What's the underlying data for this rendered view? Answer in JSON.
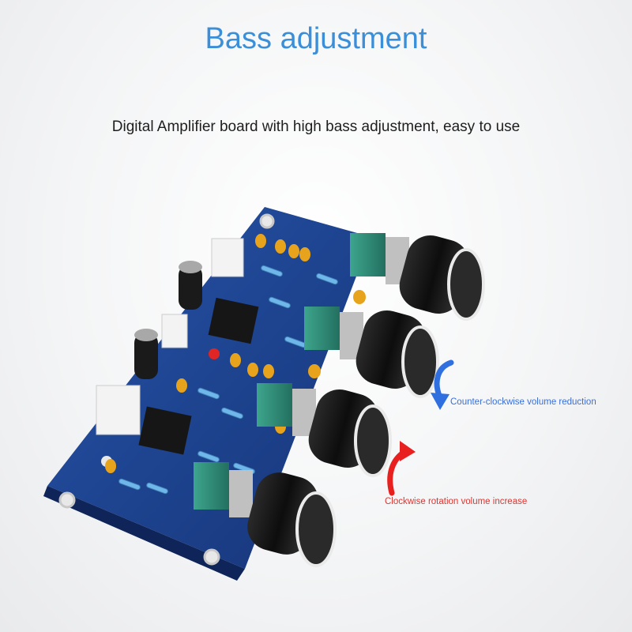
{
  "header": {
    "title": "Bass adjustment",
    "subtitle": "Digital Amplifier board with high bass adjustment, easy to use"
  },
  "annotations": {
    "counter_clockwise": "Counter-clockwise volume reduction",
    "clockwise": "Clockwise rotation volume increase"
  },
  "colors": {
    "title": "#3b8fd9",
    "pcb": "#1d3f8c",
    "knob": "#151515",
    "pot_body": "#2e8b78",
    "ccw_arrow": "#2f6fe0",
    "cw_arrow": "#e8201f"
  }
}
